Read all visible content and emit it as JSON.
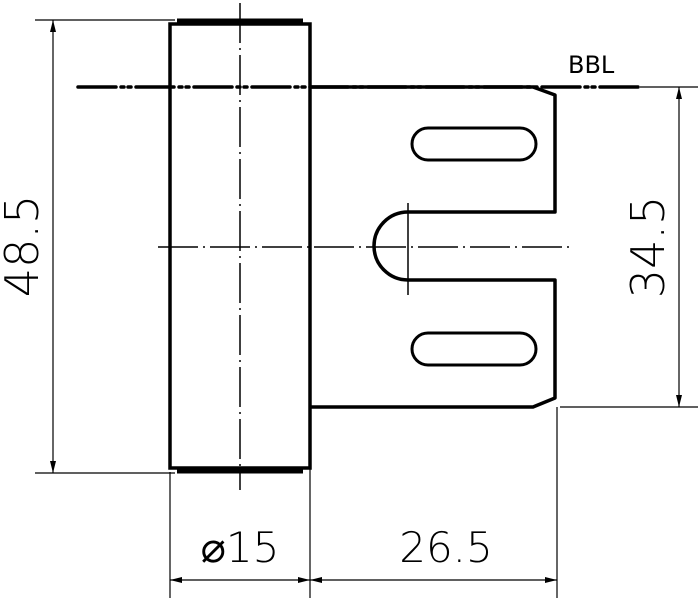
{
  "drawing": {
    "reference_line_label": "BBL",
    "dimensions": {
      "overall_height": "48.5",
      "plate_height": "34.5",
      "diameter": "⌀15",
      "plate_width": "26.5"
    },
    "colors": {
      "line": "#000000",
      "background": "#ffffff"
    }
  }
}
